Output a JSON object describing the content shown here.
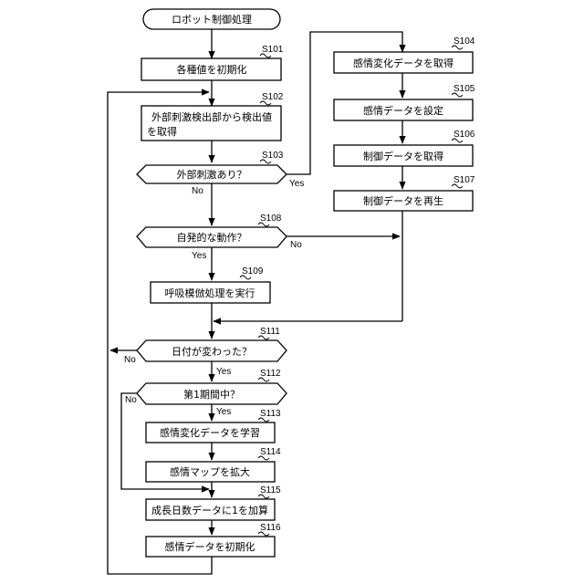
{
  "nodes": {
    "start": "ロボット制御処理",
    "s101": {
      "id": "S101",
      "text": "各種値を初期化"
    },
    "s102": {
      "id": "S102",
      "line1": "外部刺激検出部から検出値",
      "line2": "を取得"
    },
    "s103": {
      "id": "S103",
      "text": "外部刺激あり？"
    },
    "s104": {
      "id": "S104",
      "text": "感情変化データを取得"
    },
    "s105": {
      "id": "S105",
      "text": "感情データを設定"
    },
    "s106": {
      "id": "S106",
      "text": "制御データを取得"
    },
    "s107": {
      "id": "S107",
      "text": "制御データを再生"
    },
    "s108": {
      "id": "S108",
      "text": "自発的な動作？"
    },
    "s109": {
      "id": "S109",
      "text": "呼吸模倣処理を実行"
    },
    "s111": {
      "id": "S111",
      "text": "日付が変わった？"
    },
    "s112": {
      "id": "S112",
      "text": "第1期間中？"
    },
    "s113": {
      "id": "S113",
      "text": "感情変化データを学習"
    },
    "s114": {
      "id": "S114",
      "text": "感情マップを拡大"
    },
    "s115": {
      "id": "S115",
      "text": "成長日数データに1を加算"
    },
    "s116": {
      "id": "S116",
      "text": "感情データを初期化"
    }
  },
  "labels": {
    "s103_yes": "Yes",
    "s103_no": "No",
    "s108_yes": "Yes",
    "s108_no": "No",
    "s111_yes": "Yes",
    "s111_no": "No",
    "s112_yes": "Yes",
    "s112_no": "No"
  }
}
